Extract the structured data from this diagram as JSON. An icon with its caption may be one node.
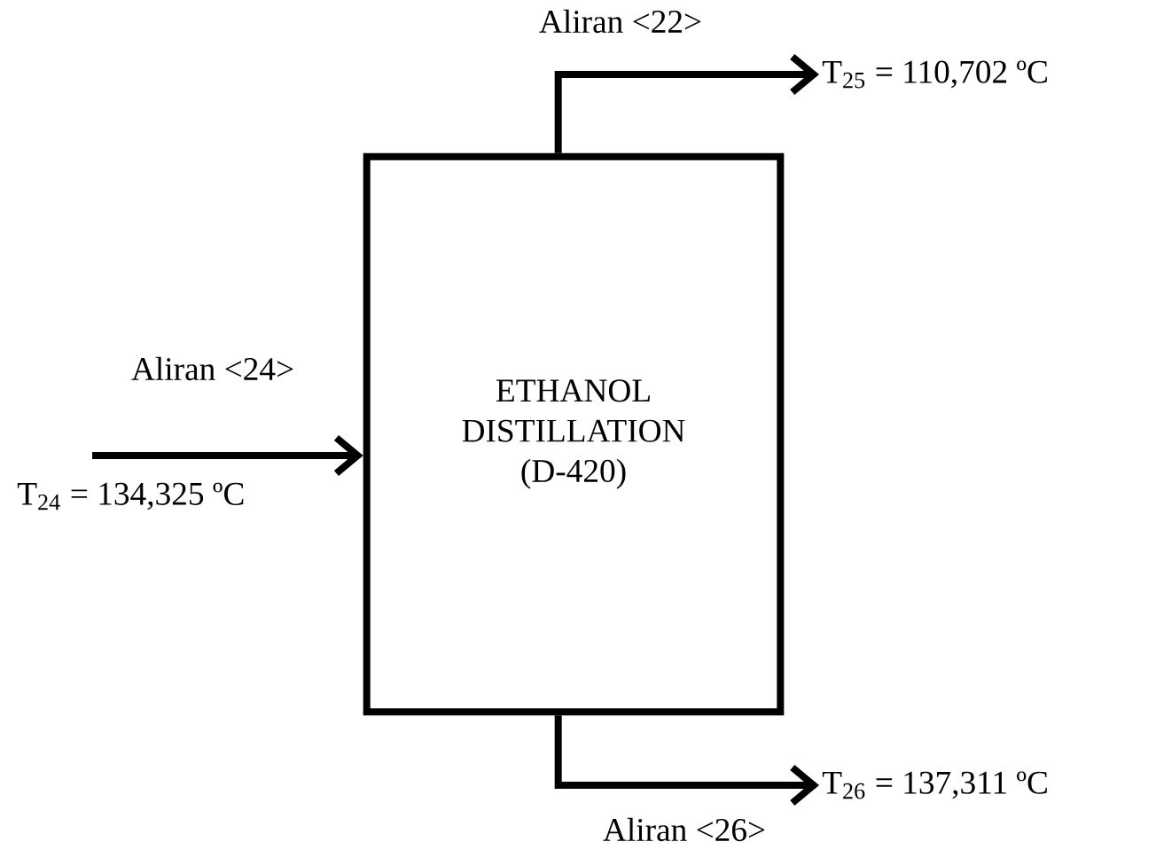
{
  "diagram": {
    "nodes": [
      {
        "text": [
          "ETHANOL DISTILLATION (D-420)"
        ]
      },
      {
        "text": [
          "T$_{25}$ = 110,702 ºC"
        ]
      },
      {
        "text": [
          "T$_{26}$ = 137,311 ºC"
        ]
      }
    ],
    "edges": [
      {
        "from": null,
        "to": 0,
        "arrow": "to",
        "label": "Aliran <24>"
      },
      {
        "from": 0,
        "to": 1,
        "arrow": "to",
        "label": "Aliran <22>"
      },
      {
        "from": 0,
        "to": 2,
        "arrow": "to",
        "label": "Aliran <26>"
      }
    ],
    "labels": [
      "T$_{24}$ = 134,325 ºC"
    ]
  }
}
